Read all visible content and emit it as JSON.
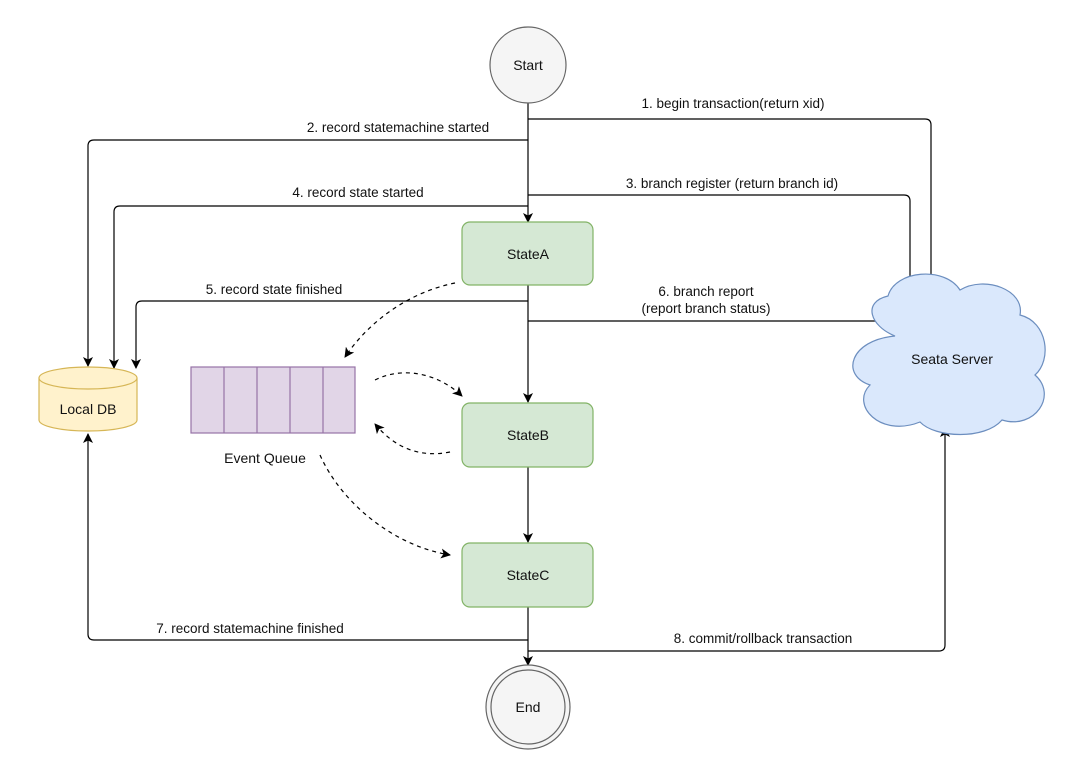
{
  "nodes": {
    "start": "Start",
    "end": "End",
    "state_a": "StateA",
    "state_b": "StateB",
    "state_c": "StateC",
    "local_db": "Local DB",
    "seata_server": "Seata Server",
    "event_queue": "Event Queue"
  },
  "edges": {
    "begin_transaction": "1. begin transaction(return xid)",
    "record_statemachine_started": "2. record statemachine started",
    "branch_register": "3. branch register (return branch id)",
    "record_state_started": "4. record state started",
    "record_state_finished": "5. record state finished",
    "branch_report_line1": "6. branch report",
    "branch_report_line2": "(report branch status)",
    "record_statemachine_finished": "7. record statemachine finished",
    "commit_rollback": "8. commit/rollback  transaction"
  },
  "colors": {
    "state_fill": "#d5e8d4",
    "state_stroke": "#82b366",
    "db_fill": "#fff2cc",
    "db_stroke": "#d6b656",
    "cloud_fill": "#dae8fc",
    "cloud_stroke": "#6c8ebf",
    "queue_fill": "#e1d5e7",
    "queue_stroke": "#9673a6",
    "terminal_fill": "#f5f5f5",
    "terminal_stroke": "#666666"
  }
}
